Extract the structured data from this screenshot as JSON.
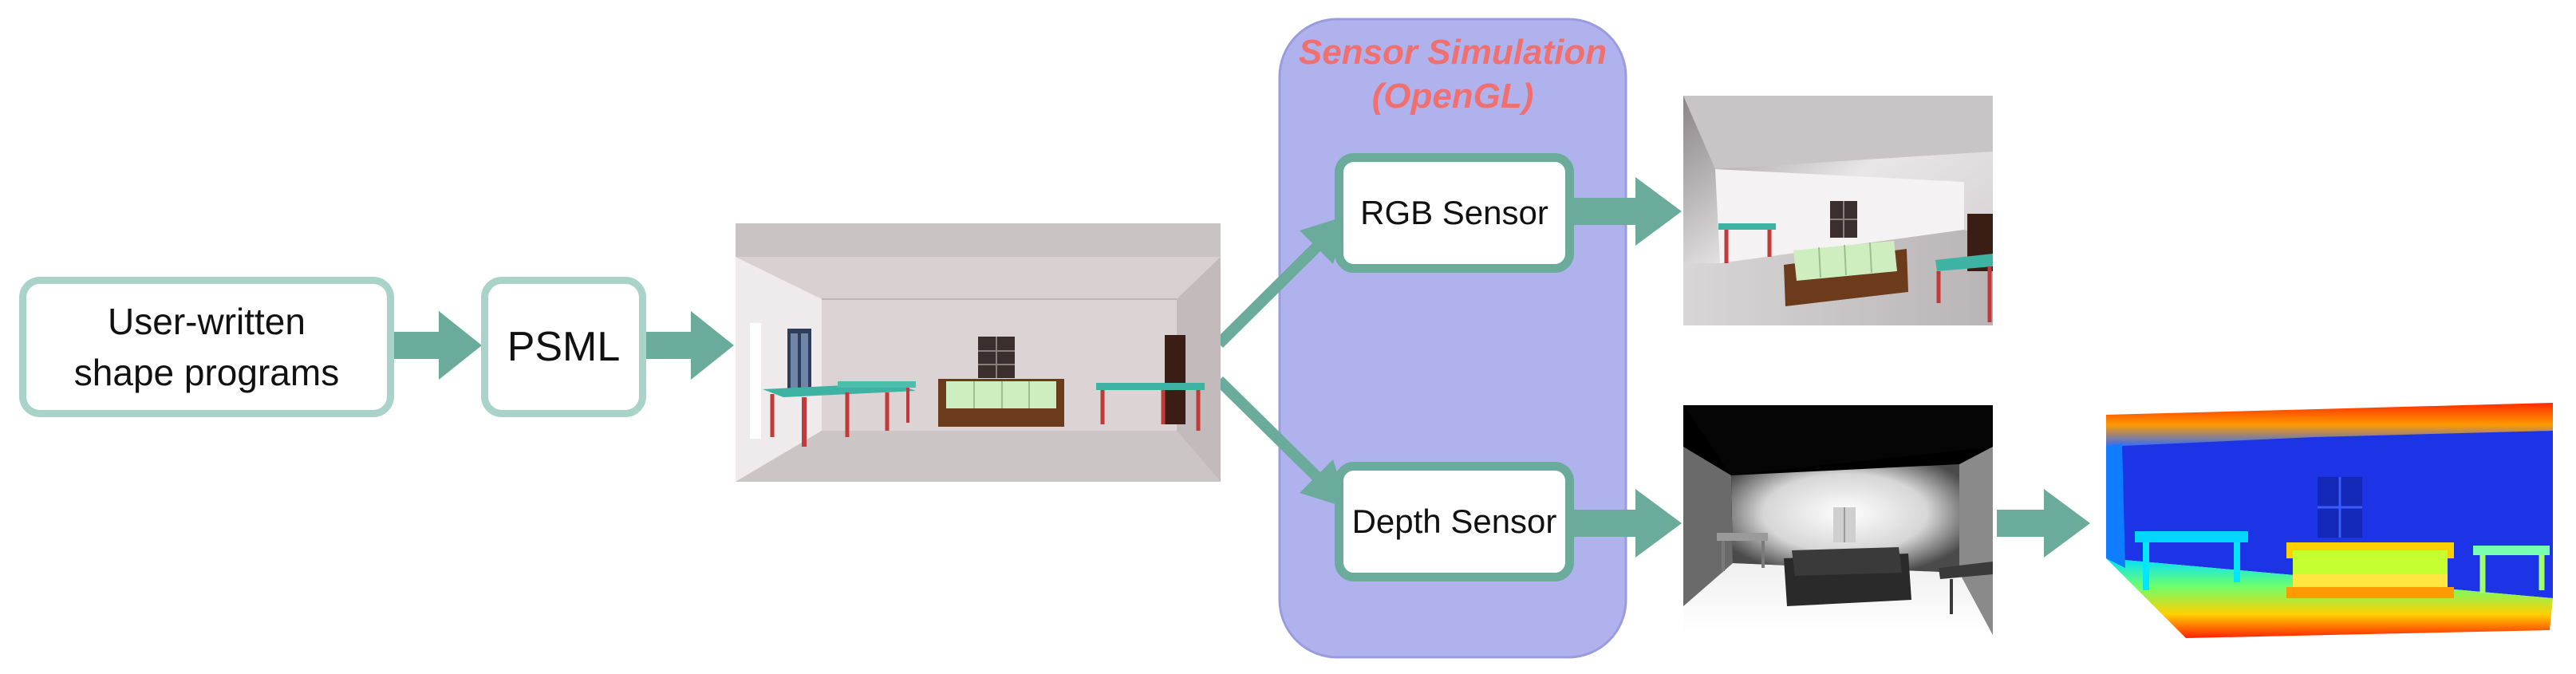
{
  "colors": {
    "arrow": "#6aab9c",
    "box_border_light": "#a9d3c9",
    "box_border_dark": "#6aab9c",
    "panel_fill": "#b0b2ee",
    "panel_stroke": "#9a9ce0",
    "panel_title": "#f07070"
  },
  "nodes": {
    "user_programs": {
      "line1": "User-written",
      "line2": "shape programs"
    },
    "psml": {
      "label": "PSML"
    },
    "rgb_sensor": {
      "label": "RGB Sensor"
    },
    "depth_sensor": {
      "label": "Depth Sensor"
    }
  },
  "panel": {
    "title_line1": "Sensor Simulation",
    "title_line2": "(OpenGL)"
  }
}
